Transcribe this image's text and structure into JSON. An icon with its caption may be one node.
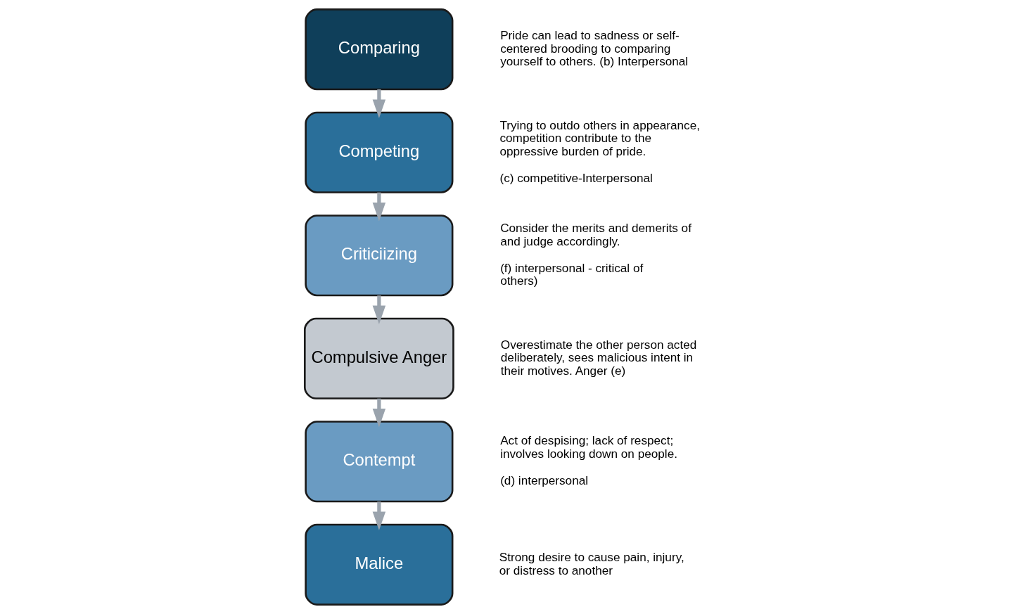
{
  "diagram": {
    "nodes": [
      {
        "text": [
          "Comparing"
        ],
        "beside": [
          "Pride can lead to sadness or self-centered brooding to comparing yourself to others. (b) Interpersonal"
        ]
      },
      {
        "text": [
          "Competing"
        ],
        "beside": [
          "Trying to outdo others in appearance, competition contribute to the oppressive burden of pride.",
          "(c) competitive-Interpersonal"
        ]
      },
      {
        "text": [
          "Criticiizing"
        ],
        "beside": [
          "Consider the merits and demerits of and judge accordingly.",
          "(f) interpersonal - critical of others)"
        ]
      },
      {
        "text": [
          "Compulsive Anger"
        ],
        "beside": [
          "Overestimate the other person acted deliberately, sees malicious intent in their motives. Anger (e)"
        ]
      },
      {
        "text": [
          "Contempt"
        ],
        "beside": [
          "Act of despising; lack of respect; involves looking down on people.",
          "(d) interpersonal"
        ]
      },
      {
        "text": [
          "Malice"
        ],
        "beside": [
          "Strong desire to cause pain, injury, or distress to another"
        ]
      }
    ],
    "edges": [
      {
        "from": 0,
        "to": 1,
        "arrow": "to"
      },
      {
        "from": 1,
        "to": 2,
        "arrow": "to"
      },
      {
        "from": 2,
        "to": 3,
        "arrow": "to"
      },
      {
        "from": 3,
        "to": 4,
        "arrow": "to"
      },
      {
        "from": 4,
        "to": 5,
        "arrow": "to"
      }
    ]
  }
}
